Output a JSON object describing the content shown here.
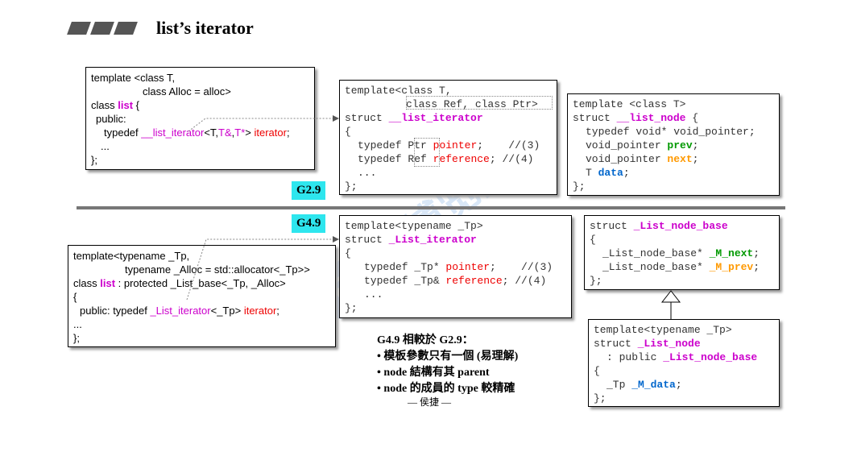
{
  "header": {
    "title": "list’s iterator"
  },
  "versions": {
    "old": "G2.9",
    "new": "G4.9"
  },
  "g29_list_box": {
    "l1": "template <class T,",
    "l2": "class Alloc = alloc>",
    "l3a": "class ",
    "l3b": "list",
    "l3c": " {",
    "l4": "public:",
    "l5a": "typedef ",
    "l5b": "__list_iterator",
    "l5c": "<T,",
    "l5d": "T&",
    "l5e": ",",
    "l5f": "T*",
    "l5g": "> ",
    "l5h": "iterator",
    "l5i": ";",
    "l6": "...",
    "l7": "};"
  },
  "g29_iter_box": {
    "l1": "template<class T,",
    "l2": "class Ref, class Ptr>",
    "l3a": "struct ",
    "l3b": "__list_iterator",
    "l4": "{",
    "l5a": "typedef ",
    "l5b": "Ptr",
    "l5c": " ",
    "l5d": "pointer",
    "l5e": ";",
    "l5f": "    //(3)",
    "l6a": "typedef ",
    "l6b": "Ref",
    "l6c": " ",
    "l6d": "reference",
    "l6e": ";",
    "l6f": " //(4)",
    "l7": "...",
    "l8": "};"
  },
  "g29_node_box": {
    "l1": "template <class T>",
    "l2a": "struct ",
    "l2b": "__list_node",
    "l2c": " {",
    "l3": "typedef void* void_pointer;",
    "l4a": "void_pointer ",
    "l4b": "prev",
    "l4c": ";",
    "l5a": "void_pointer ",
    "l5b": "next",
    "l5c": ";",
    "l6a": "T ",
    "l6b": "data",
    "l6c": ";",
    "l7": "};"
  },
  "g49_list_box": {
    "l1": "template<typename _Tp,",
    "l2": "typename _Alloc = std::allocator<_Tp>>",
    "l3a": "class ",
    "l3b": "list",
    "l3c": " : protected _List_base<_Tp, _Alloc>",
    "l4": "{",
    "l5a": "public: typedef ",
    "l5b": "_List_iterator",
    "l5c": "<_Tp> ",
    "l5d": "iterator",
    "l5e": ";",
    "l6": "...",
    "l7": "};"
  },
  "g49_iter_box": {
    "l1": "template<typename _Tp>",
    "l2a": "struct ",
    "l2b": "_List_iterator",
    "l3": "{",
    "l4a": "typedef _Tp* ",
    "l4b": "pointer",
    "l4c": ";    //(3)",
    "l5a": "typedef _Tp& ",
    "l5b": "reference",
    "l5c": "; //(4)",
    "l6": "...",
    "l7": "};"
  },
  "g49_nodebase_box": {
    "l1a": "struct ",
    "l1b": "_List_node_base",
    "l2": "{",
    "l3a": "_List_node_base* ",
    "l3b": "_M_next",
    "l3c": ";",
    "l4a": "_List_node_base* ",
    "l4b": "_M_prev",
    "l4c": ";",
    "l5": "};"
  },
  "g49_node_box": {
    "l1": "template<typename _Tp>",
    "l2a": "struct ",
    "l2b": "_List_node",
    "l3a": ": public ",
    "l3b": "_List_node_base",
    "l4": "{",
    "l5a": "_Tp ",
    "l5b": "_M_data",
    "l5c": ";",
    "l6": "};"
  },
  "comparison": {
    "heading": "G4.9 相較於 G2.9：",
    "items": [
      "• 模板參數只有一個 (易理解)",
      "• node 結構有其 parent",
      "• node 的成員的 type 較精確"
    ],
    "footer": "— 侯捷 —"
  },
  "watermark": {
    "text": "Boolan 博览网"
  },
  "colors": {
    "magenta": "#cc00cc",
    "red": "#ee0000",
    "green": "#009900",
    "orange": "#ff9900",
    "blue": "#0066cc",
    "version_bg": "#2ee6ee",
    "separator": "#777777",
    "header_bars": "#555555"
  }
}
